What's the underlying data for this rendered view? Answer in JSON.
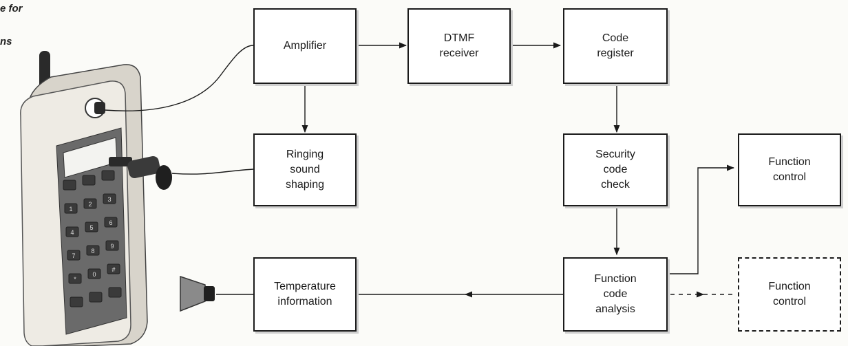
{
  "caption": {
    "line1": "e for",
    "line2": "ns"
  },
  "blocks": {
    "amplifier": "Amplifier",
    "dtmf": "DTMF\nreceiver",
    "code_register": "Code\nregister",
    "ringing": "Ringing\nsound\nshaping",
    "security": "Security\ncode\ncheck",
    "function_control_1": "Function\ncontrol",
    "temperature": "Temperature\ninformation",
    "function_code": "Function\ncode\nanalysis",
    "function_control_2": "Function\ncontrol"
  },
  "keypad": [
    "1",
    "2",
    "3",
    "4",
    "5",
    "6",
    "7",
    "8",
    "9",
    "*",
    "0",
    "#"
  ],
  "colors": {
    "line": "#1a1a1a",
    "phone_body": "#e9e6df",
    "keypad": "#5e5e5e",
    "key": "#3a3a3a"
  }
}
